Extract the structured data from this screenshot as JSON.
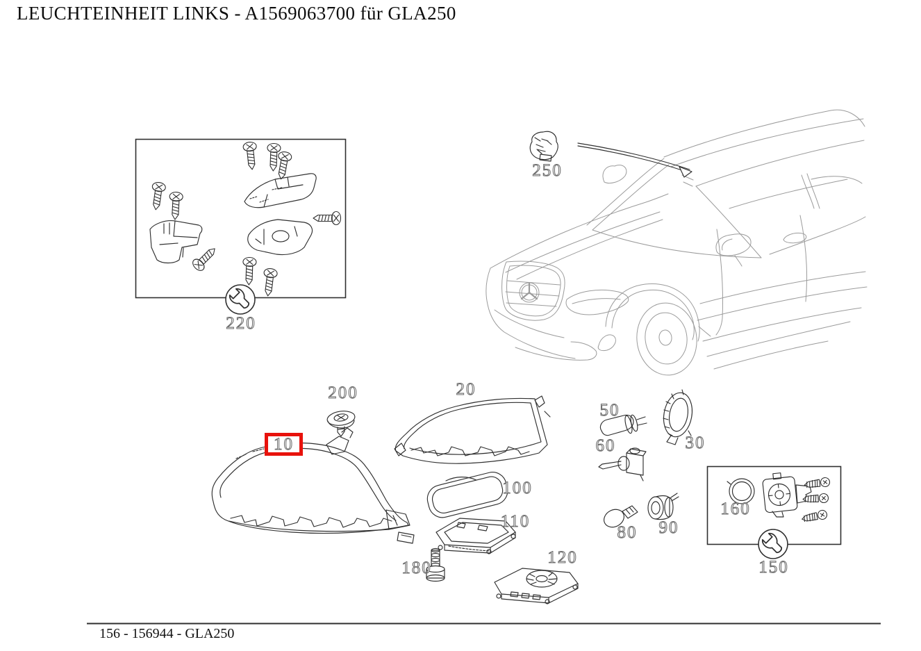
{
  "header": {
    "title": "LEUCHTEINHEIT LINKS - A1569063700 für GLA250"
  },
  "footer": {
    "text": "156 - 156944 - GLA250"
  },
  "colors": {
    "highlight": "#e8120c",
    "drawing": "#2f2f2f",
    "car_sketch": "#9b9b9b"
  },
  "diagram": {
    "highlighted_part": "10",
    "icons": {
      "repair_kit": "wrench-icon"
    },
    "callouts": [
      {
        "label": "10",
        "highlighted": true
      },
      {
        "label": "20"
      },
      {
        "label": "30"
      },
      {
        "label": "50"
      },
      {
        "label": "60"
      },
      {
        "label": "80"
      },
      {
        "label": "90"
      },
      {
        "label": "100"
      },
      {
        "label": "110"
      },
      {
        "label": "120"
      },
      {
        "label": "150",
        "kit": true
      },
      {
        "label": "160"
      },
      {
        "label": "180"
      },
      {
        "label": "200"
      },
      {
        "label": "220",
        "kit": true
      },
      {
        "label": "250"
      }
    ]
  }
}
